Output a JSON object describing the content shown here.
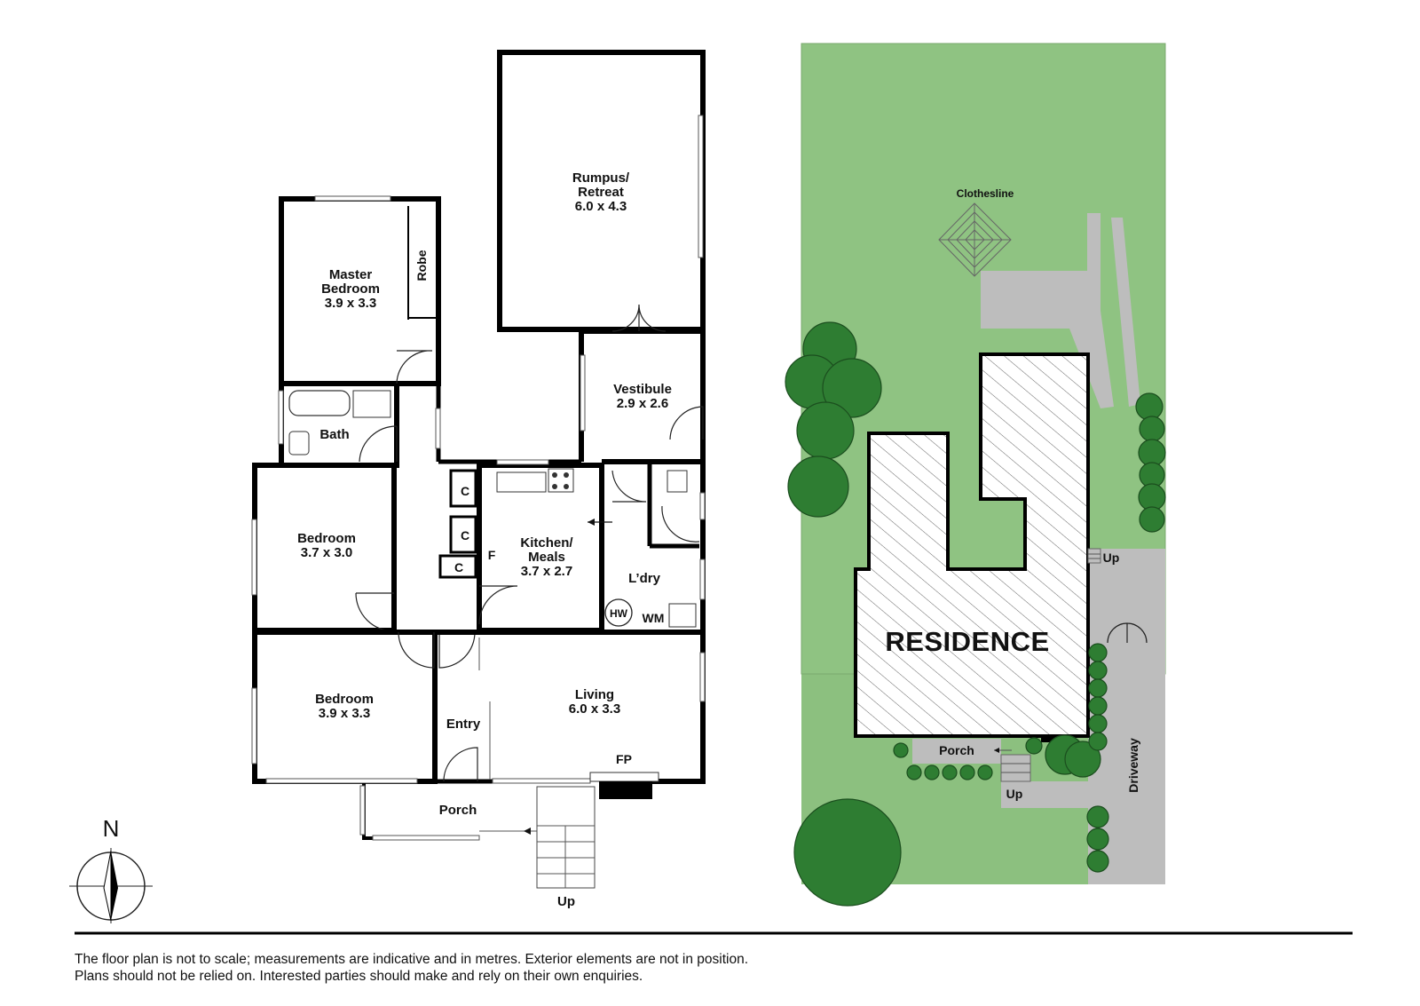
{
  "floorplan": {
    "rooms": {
      "rumpus": {
        "name1": "Rumpus/",
        "name2": "Retreat",
        "size": "6.0 x 4.3"
      },
      "master": {
        "name1": "Master",
        "name2": "Bedroom",
        "size": "3.9 x 3.3"
      },
      "robe": "Robe",
      "vestibule": {
        "name": "Vestibule",
        "size": "2.9 x 2.6"
      },
      "bath": "Bath",
      "bedroom2": {
        "name": "Bedroom",
        "size": "3.7 x 3.0"
      },
      "kitchen": {
        "name1": "Kitchen/",
        "name2": "Meals",
        "size": "3.7 x 2.7"
      },
      "laundry": "L’dry",
      "bedroom3": {
        "name": "Bedroom",
        "size": "3.9 x 3.3"
      },
      "living": {
        "name": "Living",
        "size": "6.0 x 3.3"
      },
      "entry": "Entry",
      "porch": "Porch"
    },
    "fixtures": {
      "cupboard": "C",
      "fridge": "F",
      "hot_water": "HW",
      "washing_machine": "WM",
      "fireplace": "FP",
      "up": "Up"
    },
    "north": "N"
  },
  "siteplan": {
    "clothesline": "Clothesline",
    "residence": "RESIDENCE",
    "porch": "Porch",
    "up_1": "Up",
    "up_2": "Up",
    "driveway": "Driveway"
  },
  "colors": {
    "lawn": "#8cc07f",
    "lawn_light": "#9fd08f",
    "paving": "#bdbdbd",
    "tree": "#2e7d32",
    "wall": "#000000"
  },
  "footer": {
    "line1": "The floor plan is not to scale; measurements are indicative and in metres. Exterior elements are not in position.",
    "line2": "Plans should not be relied on. Interested parties should make and rely on their own enquiries."
  }
}
